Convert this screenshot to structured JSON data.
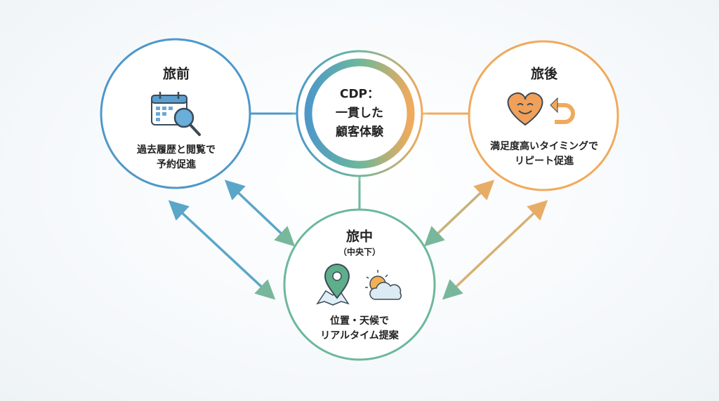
{
  "center": {
    "line1": "CDP：",
    "line2": "一貫した",
    "line3": "顧客体験"
  },
  "before": {
    "title": "旅前",
    "desc1": "過去履歴と閲覧で",
    "desc2": "予約促進",
    "icon": "calendar-search-icon"
  },
  "after": {
    "title": "旅後",
    "desc1": "満足度高いタイミングで",
    "desc2": "リピート促進",
    "icon": "heart-repeat-icon"
  },
  "during": {
    "title": "旅中",
    "subtitle": "（中央下）",
    "desc1": "位置・天候で",
    "desc2": "リアルタイム提案",
    "icon": "map-pin-weather-icon"
  },
  "colors": {
    "before": "#4e98c9",
    "after": "#f0aa5c",
    "during": "#6cb89b"
  }
}
